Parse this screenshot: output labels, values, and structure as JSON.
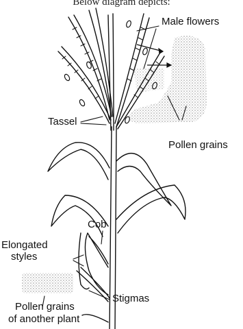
{
  "caption": "Below diagram depicts:",
  "labels": {
    "male_flowers": "Male flowers",
    "tassel": "Tassel",
    "pollen_grains": "Pollen grains",
    "cob": "Cob",
    "elongated_styles_line1": "Elongated",
    "elongated_styles_line2": "styles",
    "stigmas": "Stigmas",
    "pollen_other_line1": "Pollen grains",
    "pollen_other_line2": "of another plant"
  },
  "colors": {
    "ink": "#111111",
    "stipple": "#8a8a8a"
  }
}
